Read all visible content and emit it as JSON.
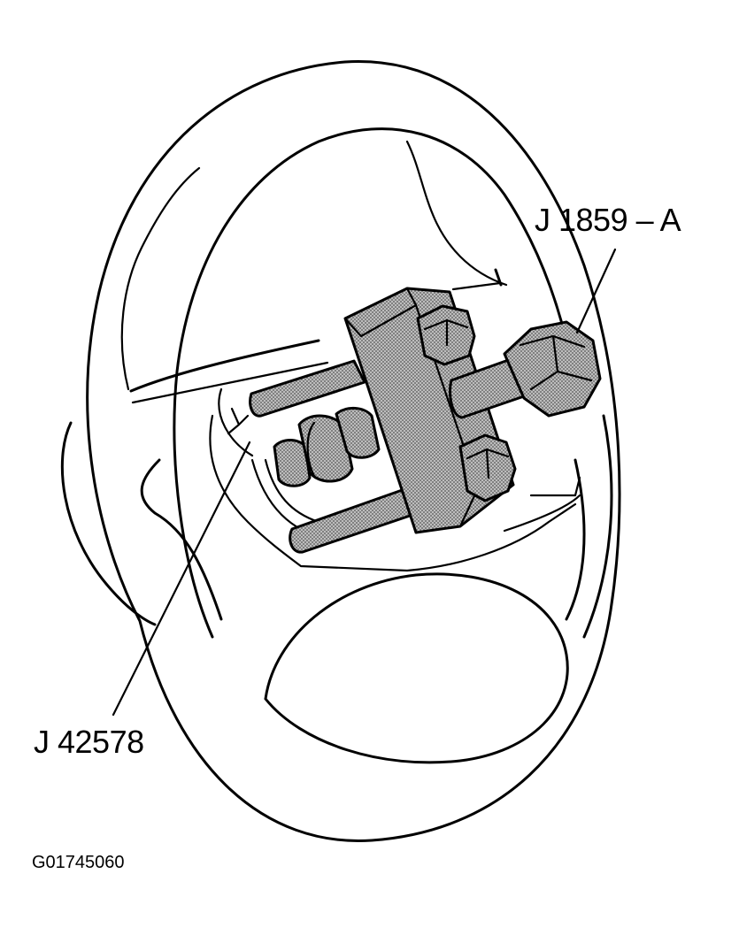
{
  "labels": {
    "puller": "J 1859 – A",
    "adapter": "J 42578",
    "figure_id": "G01745060"
  },
  "colors": {
    "line": "#000000",
    "background": "#ffffff",
    "tool_fill": "#a8a8a8"
  }
}
